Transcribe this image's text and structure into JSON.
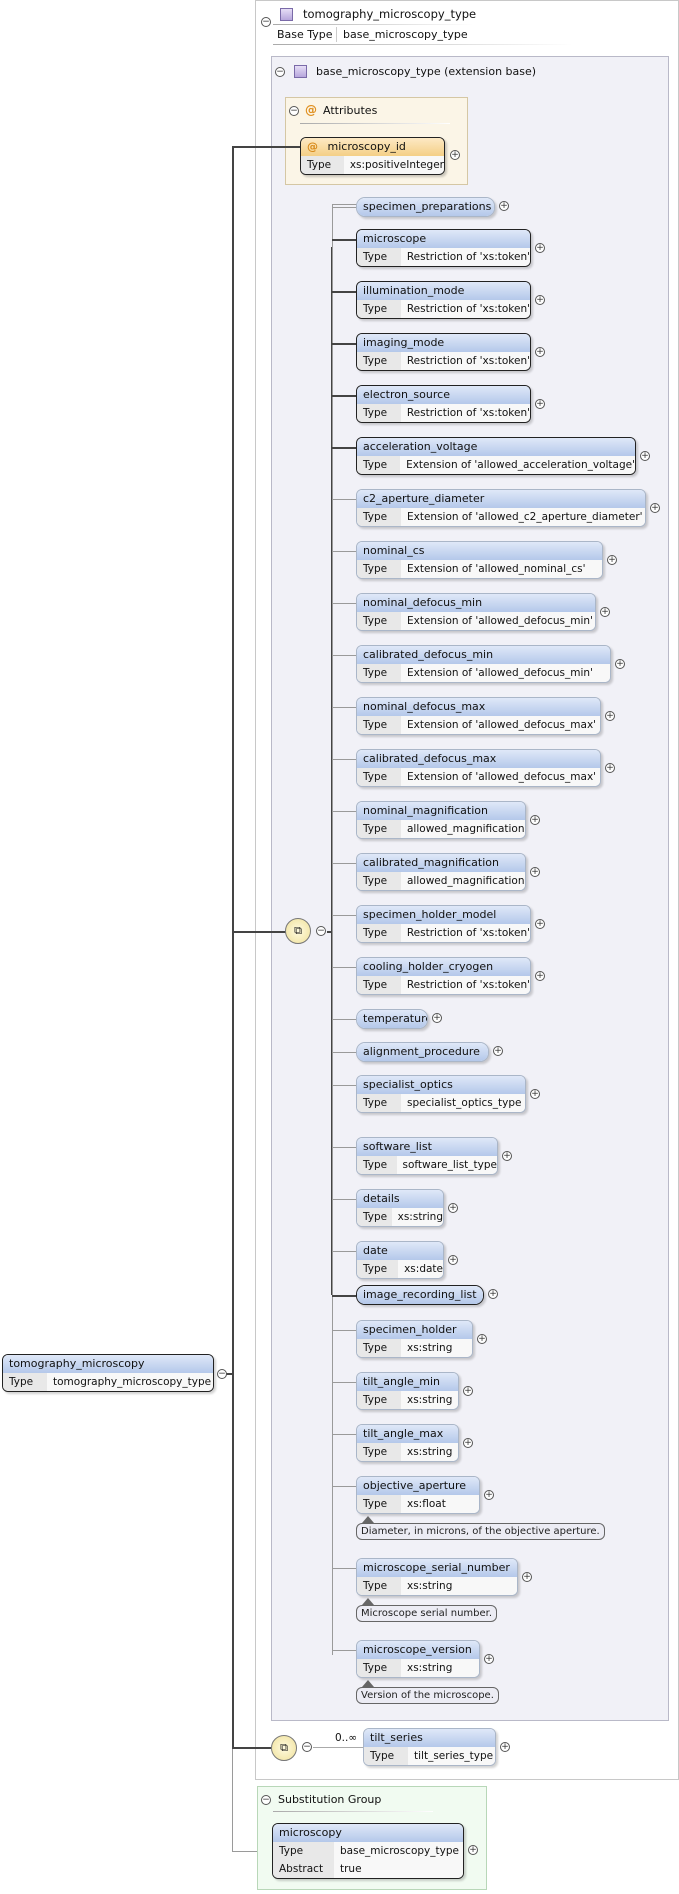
{
  "type_panel": {
    "title": "tomography_microscopy_type",
    "base_type_label": "Base Type",
    "base_type_value": "base_microscopy_type"
  },
  "base_panel": {
    "title": "base_microscopy_type (extension base)"
  },
  "attributes": {
    "title": "Attributes",
    "attr_name": "microscopy_id",
    "type_label": "Type",
    "type_value": "xs:positiveInteger"
  },
  "elements": [
    {
      "name": "specimen_preparations",
      "type": "",
      "required": false
    },
    {
      "name": "microscope",
      "type": "Restriction of 'xs:token'",
      "required": true
    },
    {
      "name": "illumination_mode",
      "type": "Restriction of 'xs:token'",
      "required": true
    },
    {
      "name": "imaging_mode",
      "type": "Restriction of 'xs:token'",
      "required": true
    },
    {
      "name": "electron_source",
      "type": "Restriction of 'xs:token'",
      "required": true
    },
    {
      "name": "acceleration_voltage",
      "type": "Extension of 'allowed_acceleration_voltage'",
      "required": true
    },
    {
      "name": "c2_aperture_diameter",
      "type": "Extension of 'allowed_c2_aperture_diameter'",
      "required": false
    },
    {
      "name": "nominal_cs",
      "type": "Extension of 'allowed_nominal_cs'",
      "required": false
    },
    {
      "name": "nominal_defocus_min",
      "type": "Extension of 'allowed_defocus_min'",
      "required": false
    },
    {
      "name": "calibrated_defocus_min",
      "type": "Extension of 'allowed_defocus_min'",
      "required": false
    },
    {
      "name": "nominal_defocus_max",
      "type": "Extension of 'allowed_defocus_max'",
      "required": false
    },
    {
      "name": "calibrated_defocus_max",
      "type": "Extension of 'allowed_defocus_max'",
      "required": false
    },
    {
      "name": "nominal_magnification",
      "type": "allowed_magnification",
      "required": false
    },
    {
      "name": "calibrated_magnification",
      "type": "allowed_magnification",
      "required": false
    },
    {
      "name": "specimen_holder_model",
      "type": "Restriction of 'xs:token'",
      "required": false
    },
    {
      "name": "cooling_holder_cryogen",
      "type": "Restriction of 'xs:token'",
      "required": false
    },
    {
      "name": "temperature",
      "type": "",
      "required": false
    },
    {
      "name": "alignment_procedure",
      "type": "",
      "required": false
    },
    {
      "name": "specialist_optics",
      "type": "specialist_optics_type",
      "required": false
    },
    {
      "name": "software_list",
      "type": "software_list_type",
      "required": false
    },
    {
      "name": "details",
      "type": "xs:string",
      "required": false
    },
    {
      "name": "date",
      "type": "xs:date",
      "required": false
    },
    {
      "name": "image_recording_list",
      "type": "",
      "required": true
    },
    {
      "name": "specimen_holder",
      "type": "xs:string",
      "required": false
    },
    {
      "name": "tilt_angle_min",
      "type": "xs:string",
      "required": false
    },
    {
      "name": "tilt_angle_max",
      "type": "xs:string",
      "required": false
    },
    {
      "name": "objective_aperture",
      "type": "xs:float",
      "required": false,
      "note": "Diameter, in microns, of the objective aperture."
    },
    {
      "name": "microscope_serial_number",
      "type": "xs:string",
      "required": false,
      "note": "Microscope serial number."
    },
    {
      "name": "microscope_version",
      "type": "xs:string",
      "required": false,
      "note": "Version of the microscope."
    }
  ],
  "type_label": "Type",
  "root_element": {
    "name": "tomography_microscopy",
    "type_label": "Type",
    "type_value": "tomography_microscopy_type"
  },
  "tilt_series": {
    "occurrence": "0..∞",
    "name": "tilt_series",
    "type_label": "Type",
    "type_value": "tilt_series_type"
  },
  "substitution_group": {
    "title": "Substitution Group",
    "name": "microscopy",
    "type_label": "Type",
    "type_value": "base_microscopy_type",
    "abstract_label": "Abstract",
    "abstract_value": "true"
  },
  "icons": {
    "collapse": "minus-circle-icon",
    "expand": "plus-circle-icon",
    "complex_type": "complex-type-icon",
    "attribute": "at-sign-icon",
    "sequence": "sequence-icon"
  }
}
